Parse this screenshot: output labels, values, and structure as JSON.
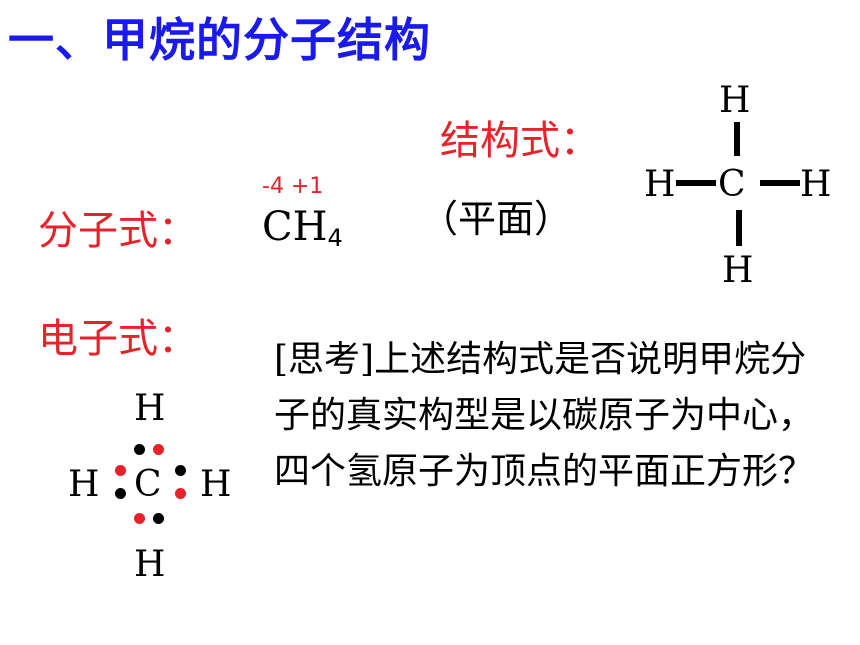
{
  "title": "一、甲烷的分子结构",
  "structural_formula": {
    "label": "结构式：",
    "atoms": {
      "center": "C",
      "top": "H",
      "left": "H",
      "right": "H",
      "bottom": "H"
    }
  },
  "molecular_formula": {
    "label": "分子式：",
    "oxidation_states": "-4 +1",
    "formula_main": "CH",
    "formula_sub": "4"
  },
  "plane_note": "（平面）",
  "electron_formula": {
    "label": "电子式：",
    "atoms": {
      "center": "C",
      "top": "H",
      "left": "H",
      "right": "H",
      "bottom": "H"
    }
  },
  "question": "[思考]上述结构式是否说明甲烷分子的真实构型是以碳原子为中心，四个氢原子为顶点的平面正方形？",
  "colors": {
    "title": "#1a1aee",
    "label": "#e8222a",
    "text": "#000000",
    "carbon_electron": "#e8222a",
    "hydrogen_electron": "#000000"
  }
}
